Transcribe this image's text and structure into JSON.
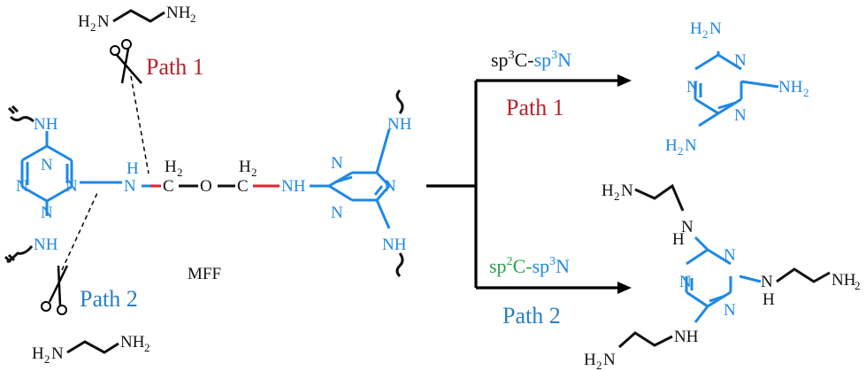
{
  "labels": {
    "mff": "MFF",
    "path1": "Path 1",
    "path2": "Path 2",
    "path1_product": "Path 1",
    "path2_product": "Path 2"
  },
  "conditions": {
    "c1_a": "sp",
    "c1_a_sup": "3",
    "c1_b": "C-",
    "c1_c": "sp",
    "c1_c_sup": "3",
    "c1_d": "N",
    "c2_a": "sp",
    "c2_a_sup": "2",
    "c2_b": "C-",
    "c2_c": "sp",
    "c2_c_sup": "3",
    "c2_d": "N"
  },
  "atoms": {
    "nh": "NH",
    "n": "N",
    "h": "H",
    "h2": "H",
    "h2_sub": "2",
    "c": "C",
    "o": "O",
    "h2n": "H",
    "nh2": "NH",
    "two": "2"
  },
  "colors": {
    "triazine": "#1e88e5",
    "methylene_bond": "#e0262b",
    "path1": "#b5232a",
    "path2": "#2a7fc2",
    "sp2": "#2aa14a"
  }
}
